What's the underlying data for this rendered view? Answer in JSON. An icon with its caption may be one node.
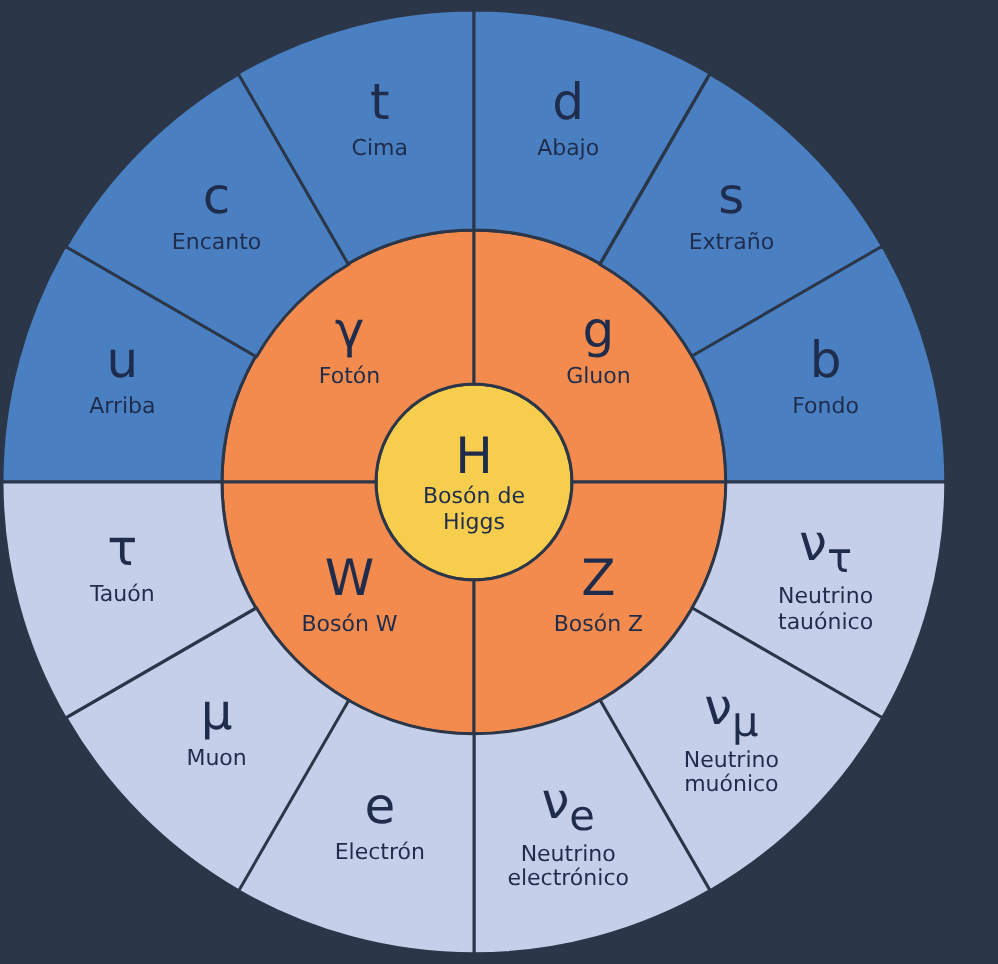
{
  "diagram": {
    "nodes": [
      {
        "text": [
          "H",
          "Bosón de Higgs"
        ]
      },
      {
        "text": [
          "γ",
          "Fotón"
        ]
      },
      {
        "text": [
          "g",
          "Gluon"
        ]
      },
      {
        "text": [
          "W",
          "Bosón W"
        ]
      },
      {
        "text": [
          "Z",
          "Bosón Z"
        ]
      },
      {
        "text": [
          "u",
          "Arriba"
        ]
      },
      {
        "text": [
          "c",
          "Encanto"
        ]
      },
      {
        "text": [
          "t",
          "Cima"
        ]
      },
      {
        "text": [
          "d",
          "Abajo"
        ]
      },
      {
        "text": [
          "s",
          "Extraño"
        ]
      },
      {
        "text": [
          "b",
          "Fondo"
        ]
      },
      {
        "text": [
          "ν$_{τ}$",
          "Neutrino tauónico"
        ]
      },
      {
        "text": [
          "ν$_{μ}$",
          "Neutrino muónico"
        ]
      },
      {
        "text": [
          "ν$_{e}$",
          "Neutrino electrónico"
        ]
      },
      {
        "text": [
          "e",
          "Electrón"
        ]
      },
      {
        "text": [
          "μ",
          "Muon"
        ]
      },
      {
        "text": [
          "τ",
          "Tauón"
        ]
      }
    ]
  }
}
